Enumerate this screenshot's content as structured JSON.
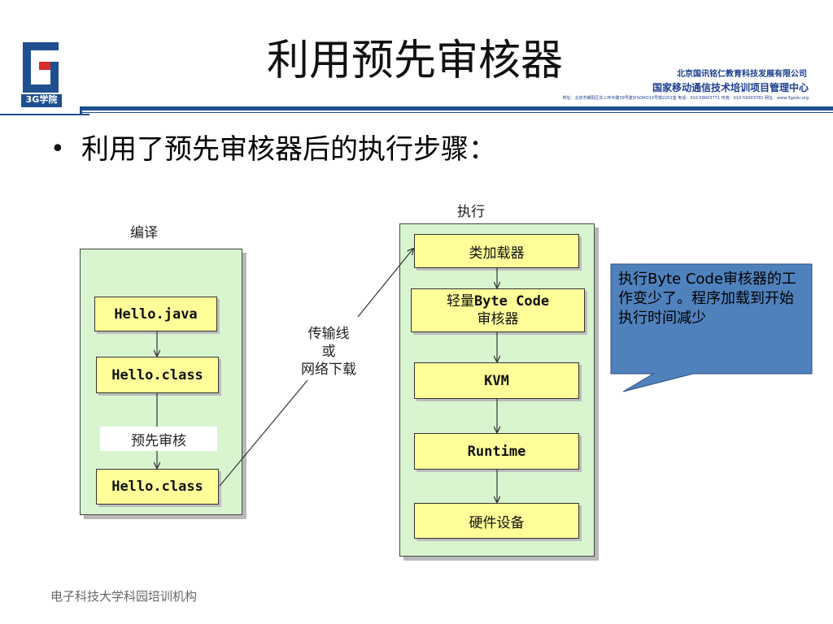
{
  "header": {
    "logo_text": "3G学院",
    "title": "利用预先审核器",
    "company_name": "北京国讯铭仁教育科技发展有限公司",
    "center_name": "国家移动通信技术培训项目管理中心",
    "contact_line": "地址：北京市朝阳区东三环中路39号建外SOHO13号楼2202室  电话：010-59003771  传真：010-59003781  网址：www.3gedu.org"
  },
  "bullet": {
    "text": "利用了预先审核器后的执行步骤："
  },
  "diagram": {
    "compile_label": "编译",
    "execute_label": "执行",
    "transfer_label_lines": [
      "传输线",
      "或",
      "网络下载"
    ],
    "compile_steps": {
      "step1": "Hello.java",
      "step2": "Hello.class",
      "pre_verify": "预先审核",
      "step3": "Hello.class"
    },
    "execute_steps": {
      "loader": "类加载器",
      "verifier_prefix": "轻量",
      "verifier_mono": "Byte Code",
      "verifier_line2": "审核器",
      "kvm": "KVM",
      "runtime": "Runtime",
      "hardware": "硬件设备"
    }
  },
  "callout": {
    "text": "执行Byte Code审核器的工作变少了。程序加载到开始执行时间减少",
    "fill_color": "#4f81bd"
  },
  "footer": {
    "text": "电子科技大学科园培训机构"
  },
  "colors": {
    "brand_blue": "#1f4f8f",
    "panel_green": "#d8f5d0",
    "step_yellow": "#fffe99"
  }
}
